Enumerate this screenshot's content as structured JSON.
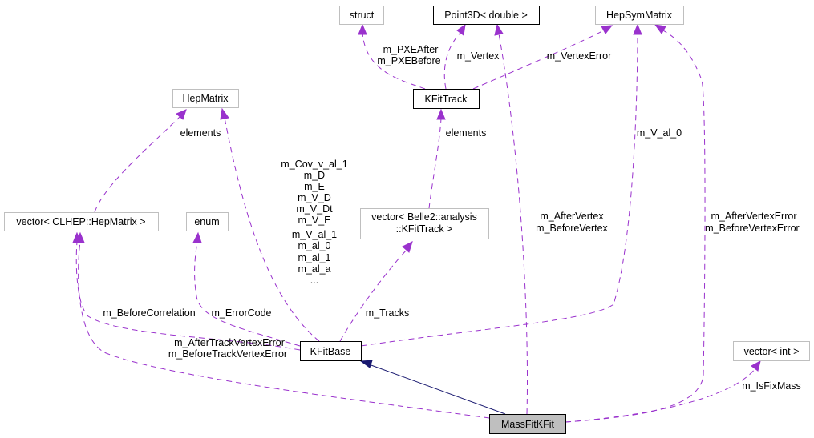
{
  "nodes": {
    "struct": "struct",
    "point3d": "Point3D< double >",
    "hepsym": "HepSymMatrix",
    "kfittrack": "KFitTrack",
    "hepmatrix": "HepMatrix",
    "vec_hepmatrix": "vector< CLHEP::HepMatrix >",
    "enum": "enum",
    "vec_kfittrack_1": "vector< Belle2::analysis",
    "vec_kfittrack_2": "::KFitTrack >",
    "kfitbase": "KFitBase",
    "vec_int": "vector< int >",
    "massfit": "MassFitKFit"
  },
  "edge_labels": {
    "pxe": [
      "m_PXEAfter",
      "m_PXEBefore"
    ],
    "vertex": "m_Vertex",
    "vertex_error": "m_VertexError",
    "elements_track": "elements",
    "elements_matrix": "elements",
    "kfitbase_matrix": [
      "m_Cov_v_al_1",
      "m_D",
      "m_E",
      "m_V_D",
      "m_V_Dt",
      "m_V_E",
      "m_V_al_1",
      "m_al_0",
      "m_al_1",
      "m_al_a",
      "..."
    ],
    "before_correlation": "m_BeforeCorrelation",
    "error_code": "m_ErrorCode",
    "tracks": "m_Tracks",
    "v_al_0": "m_V_al_0",
    "track_vertex_error": [
      "m_AfterTrackVertexError",
      "m_BeforeTrackVertexError"
    ],
    "after_before_vertex": [
      "m_AfterVertex",
      "m_BeforeVertex"
    ],
    "after_before_vertex_error": [
      "m_AfterVertexError",
      "m_BeforeVertexError"
    ],
    "is_fix_mass": "m_IsFixMass"
  },
  "colors": {
    "edge": "#9a32cd",
    "inheritance": "#191970",
    "selected_fill": "#bfbfbf"
  }
}
